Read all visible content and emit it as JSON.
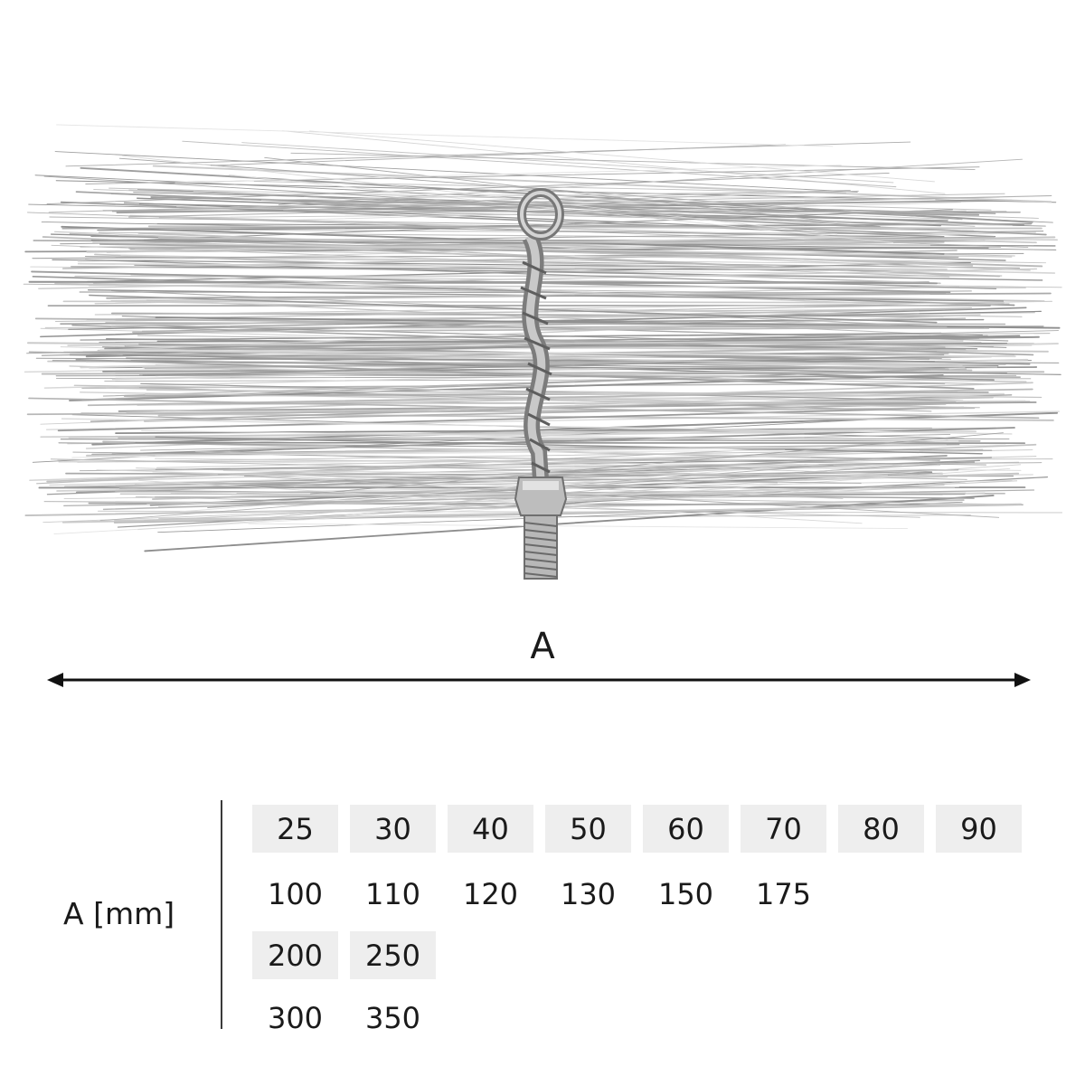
{
  "dimension": {
    "label": "A"
  },
  "size_table": {
    "row_label": "A [mm]",
    "rows": [
      {
        "shaded": true,
        "values": [
          "25",
          "30",
          "40",
          "50",
          "60",
          "70",
          "80",
          "90"
        ]
      },
      {
        "shaded": false,
        "values": [
          "100",
          "110",
          "120",
          "130",
          "150",
          "175"
        ]
      },
      {
        "shaded": true,
        "values": [
          "200",
          "250"
        ]
      },
      {
        "shaded": false,
        "values": [
          "300",
          "350"
        ]
      }
    ]
  }
}
